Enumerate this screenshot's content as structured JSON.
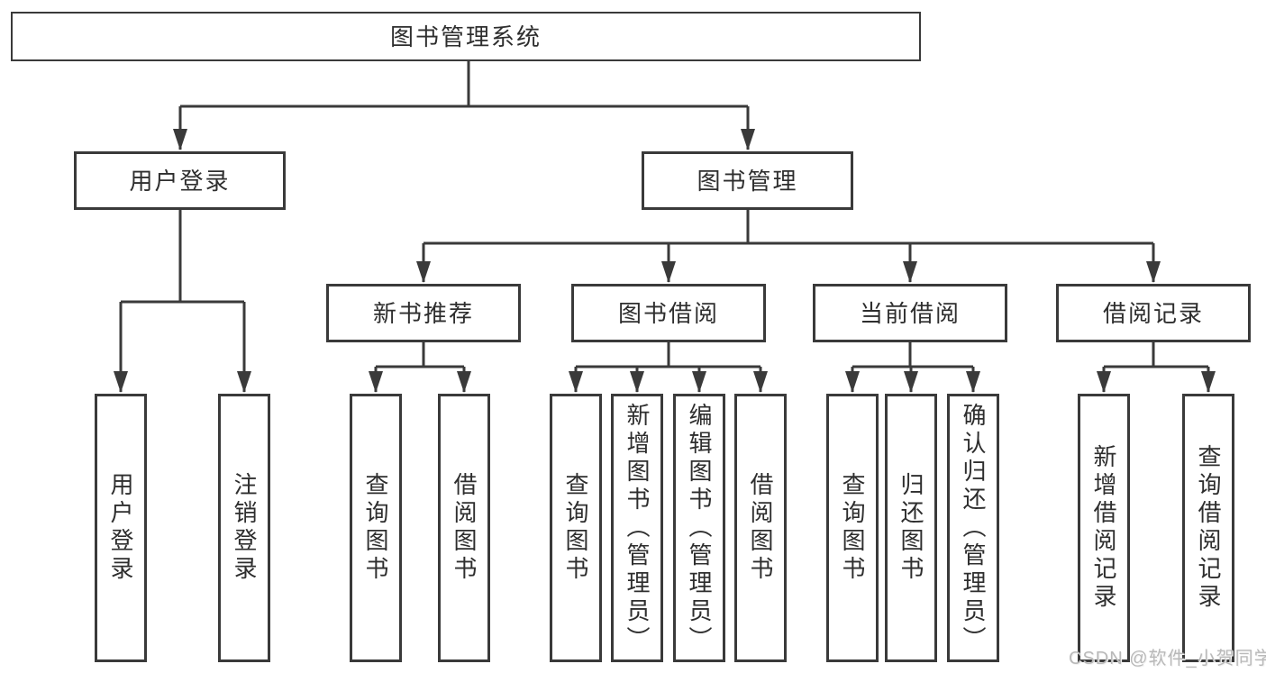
{
  "diagram_title": "图书管理系统",
  "tree": {
    "root": {
      "label": "图书管理系统"
    },
    "branches": [
      {
        "label": "用户登录",
        "children": [
          {
            "label": "用户登录"
          },
          {
            "label": "注销登录"
          }
        ]
      },
      {
        "label": "图书管理",
        "children": [
          {
            "label": "新书推荐",
            "children": [
              {
                "label": "查询图书"
              },
              {
                "label": "借阅图书"
              }
            ]
          },
          {
            "label": "图书借阅",
            "children": [
              {
                "label": "查询图书"
              },
              {
                "label": "新增图书（管理员）"
              },
              {
                "label": "编辑图书（管理员）"
              },
              {
                "label": "借阅图书"
              }
            ]
          },
          {
            "label": "当前借阅",
            "children": [
              {
                "label": "查询图书"
              },
              {
                "label": "归还图书"
              },
              {
                "label": "确认归还（管理员）"
              }
            ]
          },
          {
            "label": "借阅记录",
            "children": [
              {
                "label": "新增借阅记录"
              },
              {
                "label": "查询借阅记录"
              }
            ]
          }
        ]
      }
    ]
  },
  "watermark": {
    "text": "CSDN @软件_小贺同学",
    "color": "#b9b9b9"
  },
  "colors": {
    "line": "#3a3a3a",
    "box_border": "#3a3a3a",
    "box_bg": "#ffffff",
    "text": "#2e2e2e"
  }
}
